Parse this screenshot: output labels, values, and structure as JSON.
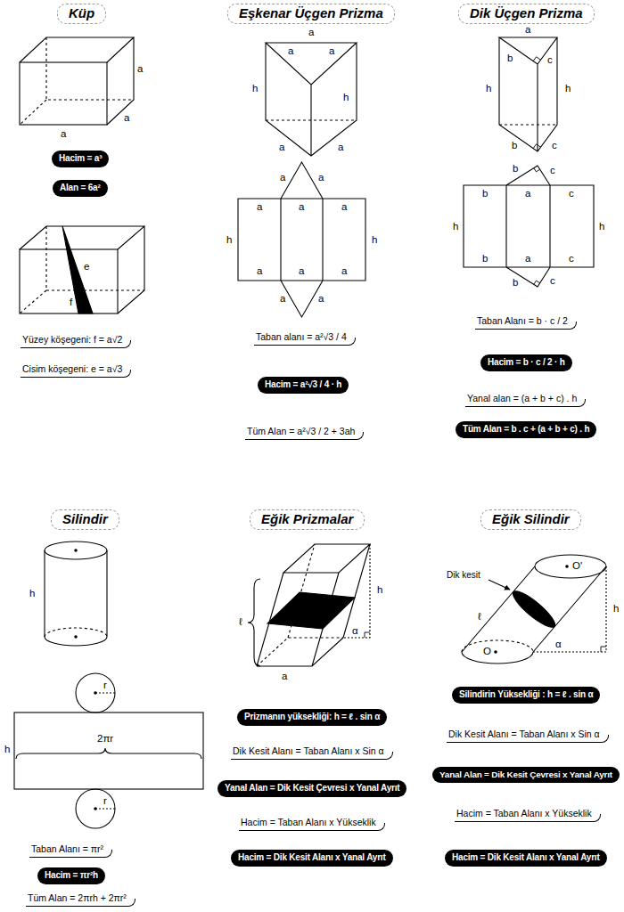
{
  "diagram": {
    "nodes": [
      {
        "text": [
          "Küp"
        ]
      },
      {
        "text": [
          "Hacim = a³"
        ]
      },
      {
        "text": [
          "Alan = 6a²"
        ]
      },
      {
        "text": [
          "Eşkenar Üçgen Prizma"
        ]
      },
      {
        "text": [
          "Hacim = a²√3 / 4 · h"
        ]
      },
      {
        "text": [
          "Dik Üçgen Prizma"
        ]
      },
      {
        "text": [
          "Hacim = b · c / 2 · h"
        ]
      },
      {
        "text": [
          "Tüm Alan = b . c + (a + b + c) . h"
        ]
      },
      {
        "text": [
          "Silindir"
        ]
      },
      {
        "text": [
          "Hacim = πr²h"
        ]
      },
      {
        "text": [
          "Eğik Prizmalar"
        ]
      },
      {
        "text": [
          "Prizmanın yüksekliği: h = ℓ . sin α"
        ]
      },
      {
        "text": [
          "Yanal Alan = Dik Kesit Çevresi x Yanal Ayrıt"
        ]
      },
      {
        "text": [
          "Hacim = Dik Kesit Alanı x Yanal Ayrıt"
        ]
      },
      {
        "text": [
          "Eğik Silindir"
        ]
      },
      {
        "text": [
          "Silindirin Yüksekliği : h = ℓ . sin α"
        ]
      },
      {
        "text": [
          "Yanal Alan = Dik Kesit Çevresi x Yanal Ayrıt"
        ]
      },
      {
        "text": [
          "Hacim = Dik Kesit Alanı x Yanal Ayrıt"
        ]
      }
    ],
    "labels": [
      "a",
      "a",
      "a",
      "e",
      "f",
      "Yüzey köşegeni: f = a√2",
      "Cisim köşegeni: e = a√3",
      "a",
      "a",
      "a",
      "h",
      "h",
      "a",
      "a",
      "a",
      "a",
      "h",
      "a",
      "a",
      "a",
      "h",
      "a",
      "a",
      "a",
      "a",
      "a",
      "Taban alanı = a²√3 / 4",
      "Tüm Alan = a²√3 / 2 + 3ah",
      "a",
      "b",
      "c",
      "h",
      "h",
      "b",
      "c",
      "b",
      "c",
      "b",
      "a",
      "c",
      "h",
      "h",
      "b",
      "a",
      "c",
      "b",
      "c",
      "Taban Alanı = b · c / 2",
      "Yanal alan = (a + b + c) . h",
      "h",
      "r",
      "h",
      "2πr",
      "r",
      "Taban Alanı = πr²",
      "Tüm Alan = 2πrh + 2πr²",
      "ℓ",
      "h",
      "α",
      "a",
      "Dik Kesit Alanı = Taban Alanı x Sin α",
      "Hacim = Taban Alanı x Yükseklik",
      "Dik kesit",
      "ℓ",
      "O'",
      "h",
      "α",
      "O",
      "Dik Kesit Alanı = Taban Alanı x Sin α",
      "Hacim = Taban Alanı x Yükseklik"
    ]
  }
}
